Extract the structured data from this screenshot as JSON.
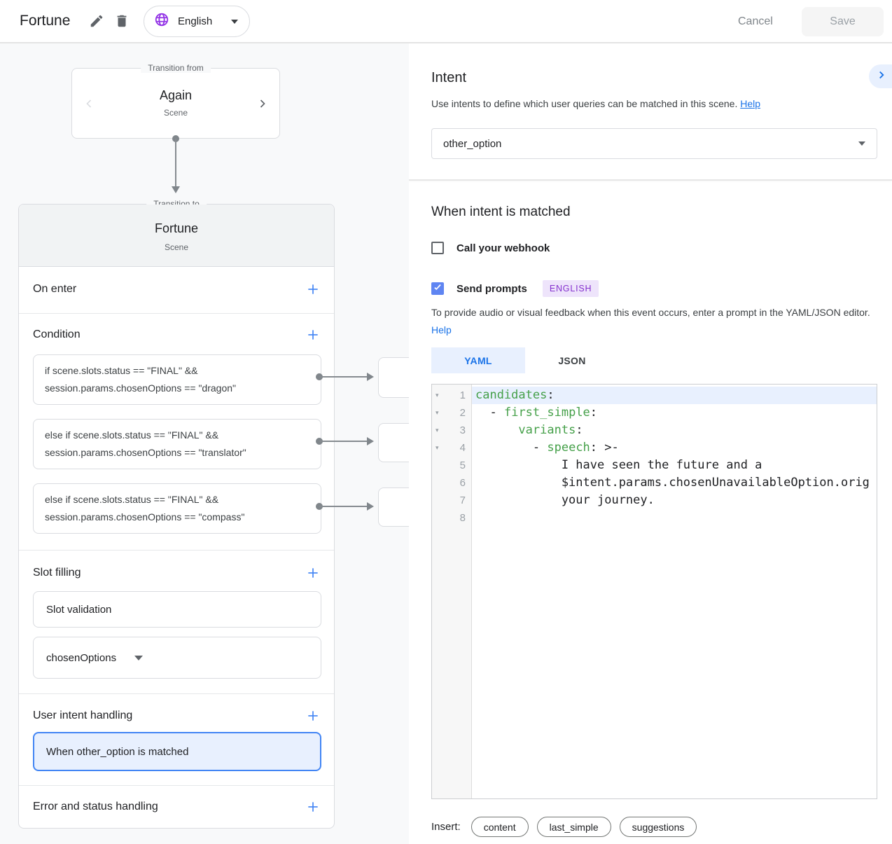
{
  "topbar": {
    "title": "Fortune",
    "language": "English",
    "cancel": "Cancel",
    "save": "Save"
  },
  "flow": {
    "from_label": "Transition from",
    "from_name": "Again",
    "from_type": "Scene",
    "to_label": "Transition to",
    "to_name": "Fortune",
    "to_type": "Scene",
    "sections": {
      "on_enter": "On enter",
      "condition": "Condition",
      "slot_filling": "Slot filling",
      "user_intent": "User intent handling",
      "error": "Error and status handling"
    },
    "conditions": [
      "if scene.slots.status == \"FINAL\" && session.params.chosenOptions == \"dragon\"",
      "else if scene.slots.status == \"FINAL\" && session.params.chosenOptions == \"translator\"",
      "else if scene.slots.status == \"FINAL\" && session.params.chosenOptions == \"compass\""
    ],
    "slot_validation": "Slot validation",
    "slot_param": "chosenOptions",
    "intent_handler": "When other_option is matched"
  },
  "intent_panel": {
    "title": "Intent",
    "description": "Use intents to define which user queries can be matched in this scene.",
    "help_label": "Help",
    "selected_intent": "other_option",
    "matched_heading": "When intent is matched",
    "webhook_label": "Call your webhook",
    "webhook_checked": false,
    "send_prompts_label": "Send prompts",
    "send_prompts_checked": true,
    "language_badge": "ENGLISH",
    "prompt_description": "To provide audio or visual feedback when this event occurs, enter a prompt in the YAML/JSON editor.",
    "prompt_help_label": "Help",
    "tabs": [
      {
        "label": "YAML",
        "active": true
      },
      {
        "label": "JSON",
        "active": false
      }
    ],
    "editor": {
      "active_line": 1,
      "lines": [
        {
          "fold": true,
          "tokens": [
            {
              "t": "candidates",
              "c": "key"
            },
            {
              "t": ":",
              "c": "punc"
            }
          ]
        },
        {
          "fold": true,
          "tokens": [
            {
              "t": "  ",
              "c": "plain"
            },
            {
              "t": "- ",
              "c": "punc"
            },
            {
              "t": "first_simple",
              "c": "key"
            },
            {
              "t": ":",
              "c": "punc"
            }
          ]
        },
        {
          "fold": true,
          "tokens": [
            {
              "t": "      ",
              "c": "plain"
            },
            {
              "t": "variants",
              "c": "key"
            },
            {
              "t": ":",
              "c": "punc"
            }
          ]
        },
        {
          "fold": true,
          "tokens": [
            {
              "t": "        ",
              "c": "plain"
            },
            {
              "t": "- ",
              "c": "punc"
            },
            {
              "t": "speech",
              "c": "key"
            },
            {
              "t": ": ",
              "c": "punc"
            },
            {
              "t": ">-",
              "c": "punc"
            }
          ]
        },
        {
          "fold": false,
          "tokens": [
            {
              "t": "            I have seen the future and a",
              "c": "plain"
            }
          ]
        },
        {
          "fold": false,
          "tokens": [
            {
              "t": "            $intent.params.chosenUnavailableOption.orig",
              "c": "plain"
            }
          ]
        },
        {
          "fold": false,
          "tokens": [
            {
              "t": "            your journey.",
              "c": "plain"
            }
          ]
        },
        {
          "fold": false,
          "tokens": []
        }
      ]
    },
    "insert_label": "Insert:",
    "chips": [
      "content",
      "last_simple",
      "suggestions"
    ]
  },
  "colors": {
    "accent_blue": "#4285f4",
    "link_blue": "#1a73e8",
    "selection_bg": "#e8f0fe",
    "yaml_key_green": "#45a049",
    "badge_purple": "#8430ce",
    "badge_bg": "#eee4fb",
    "checkbox_blue": "#5f85f2",
    "globe_purple": "#9334e6",
    "panel_bg": "#f8f9fa"
  }
}
